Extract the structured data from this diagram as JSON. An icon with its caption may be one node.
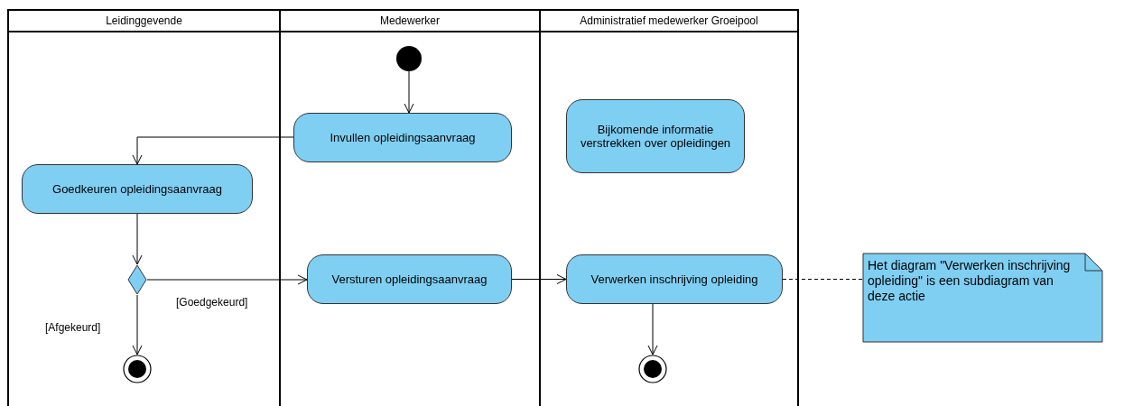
{
  "diagram": {
    "nodes": [
      {
        "text": [
          "Leidinggevende"
        ]
      },
      {
        "text": [
          "Medewerker"
        ]
      },
      {
        "text": [
          "Administratief medewerker Groeipool"
        ]
      },
      {
        "text": [],
        "shape": "circle",
        "in": 1
      },
      {
        "text": [
          "Invullen opleidingsaanvraag"
        ],
        "in": 1
      },
      {
        "text": [
          "Bijkomende informatie verstrekken over opleidingen"
        ],
        "in": 2
      },
      {
        "text": [
          "Goedkeuren opleidingsaanvraag"
        ],
        "in": 0
      },
      {
        "text": [],
        "shape": "diamond",
        "in": 0
      },
      {
        "text": [
          "Versturen opleidingsaanvraag"
        ],
        "in": 1
      },
      {
        "text": [
          "Verwerken inschrijving opleiding"
        ],
        "in": 2
      },
      {
        "text": [],
        "shape": "bullseye",
        "in": 0
      },
      {
        "text": [],
        "shape": "bullseye",
        "in": 2
      },
      {
        "text": [
          "Het diagram \"Verwerken inschrijving opleiding\" is een subdiagram van deze actie"
        ]
      }
    ],
    "edges": [
      {
        "from": 3,
        "to": 4,
        "arrow": "to"
      },
      {
        "from": 4,
        "to": 6,
        "arrow": "to"
      },
      {
        "from": 6,
        "to": 7,
        "arrow": "to"
      },
      {
        "from": 7,
        "to": 8,
        "arrow": "to",
        "label": "[Goedgekeurd]"
      },
      {
        "from": 7,
        "to": 10,
        "arrow": "to",
        "label": "[Afgekeurd]"
      },
      {
        "from": 8,
        "to": 9,
        "arrow": "to"
      },
      {
        "from": 9,
        "to": 11,
        "arrow": "to"
      },
      {
        "from": 9,
        "to": 12,
        "arrow": "none",
        "style": "dashed"
      }
    ]
  }
}
